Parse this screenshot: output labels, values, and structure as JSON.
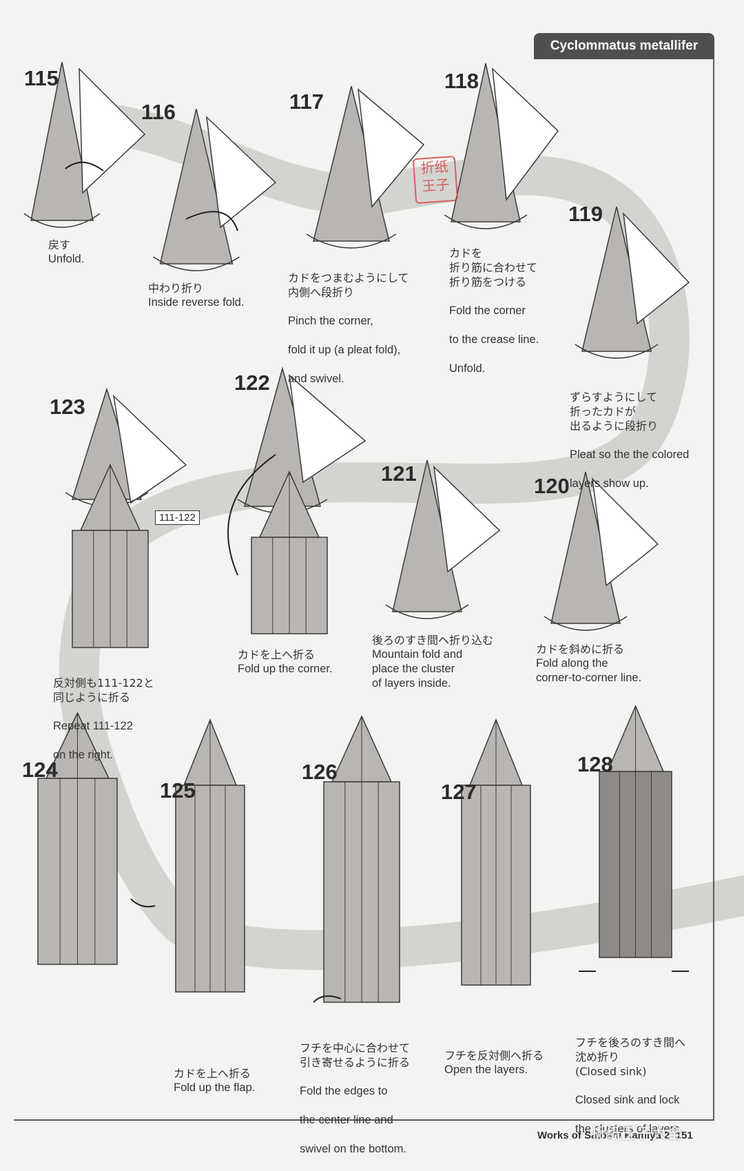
{
  "header": {
    "title": "Cyclommatus metallifer"
  },
  "footer": {
    "text": "Works of Satoshi Kamiya 2",
    "page": "151"
  },
  "stamp": {
    "line1": "折纸",
    "line2": "王子"
  },
  "watermark": {
    "text": "折纸王子大全"
  },
  "reference_box": "111-122",
  "steps": [
    {
      "num": "115",
      "jp": "戻す",
      "en": [
        "Unfold."
      ]
    },
    {
      "num": "116",
      "jp": "中わり折り",
      "en": [
        "Inside reverse fold."
      ]
    },
    {
      "num": "117",
      "jp": "カドをつまむようにして\n内側へ段折り",
      "en": [
        "Pinch the corner,",
        "fold it up (a pleat fold),",
        "and swivel."
      ]
    },
    {
      "num": "118",
      "jp": "カドを\n折り筋に合わせて\n折り筋をつける",
      "en": [
        "Fold the corner",
        "to the crease line.",
        "Unfold."
      ]
    },
    {
      "num": "119",
      "jp": "ずらすようにして\n折ったカドが\n出るように段折り",
      "en": [
        "Pleat so the the colored",
        "layers show up."
      ]
    },
    {
      "num": "120",
      "jp": "カドを斜めに折る",
      "en": [
        "Fold along the",
        "corner-to-corner line."
      ]
    },
    {
      "num": "121",
      "jp": "後ろのすき間へ折り込む",
      "en": [
        "Mountain fold and",
        "place the cluster",
        "of layers inside."
      ]
    },
    {
      "num": "122",
      "jp": "カドを上へ折る",
      "en": [
        "Fold up the corner."
      ]
    },
    {
      "num": "123",
      "jp": "反対側も111-122と\n同じように折る",
      "en": [
        "Repeat 111-122",
        "on the right."
      ]
    },
    {
      "num": "124",
      "jp": "",
      "en": []
    },
    {
      "num": "125",
      "jp": "カドを上へ折る",
      "en": [
        "Fold up the flap."
      ]
    },
    {
      "num": "126",
      "jp": "フチを中心に合わせて\n引き寄せるように折る",
      "en": [
        "Fold the edges to",
        "the center line and",
        "swivel on the bottom."
      ]
    },
    {
      "num": "127",
      "jp": "フチを反対側へ折る",
      "en": [
        "Open the layers."
      ]
    },
    {
      "num": "128",
      "jp": "フチを後ろのすき間へ\n沈め折り\n(Closed sink)",
      "en": [
        "Closed sink and lock",
        "the clusters of layers."
      ]
    }
  ],
  "colors": {
    "paper": "#b9b6b1",
    "paper_dark": "#8e8a85",
    "band": "#cfcfcc",
    "line": "#3a3a3a"
  }
}
